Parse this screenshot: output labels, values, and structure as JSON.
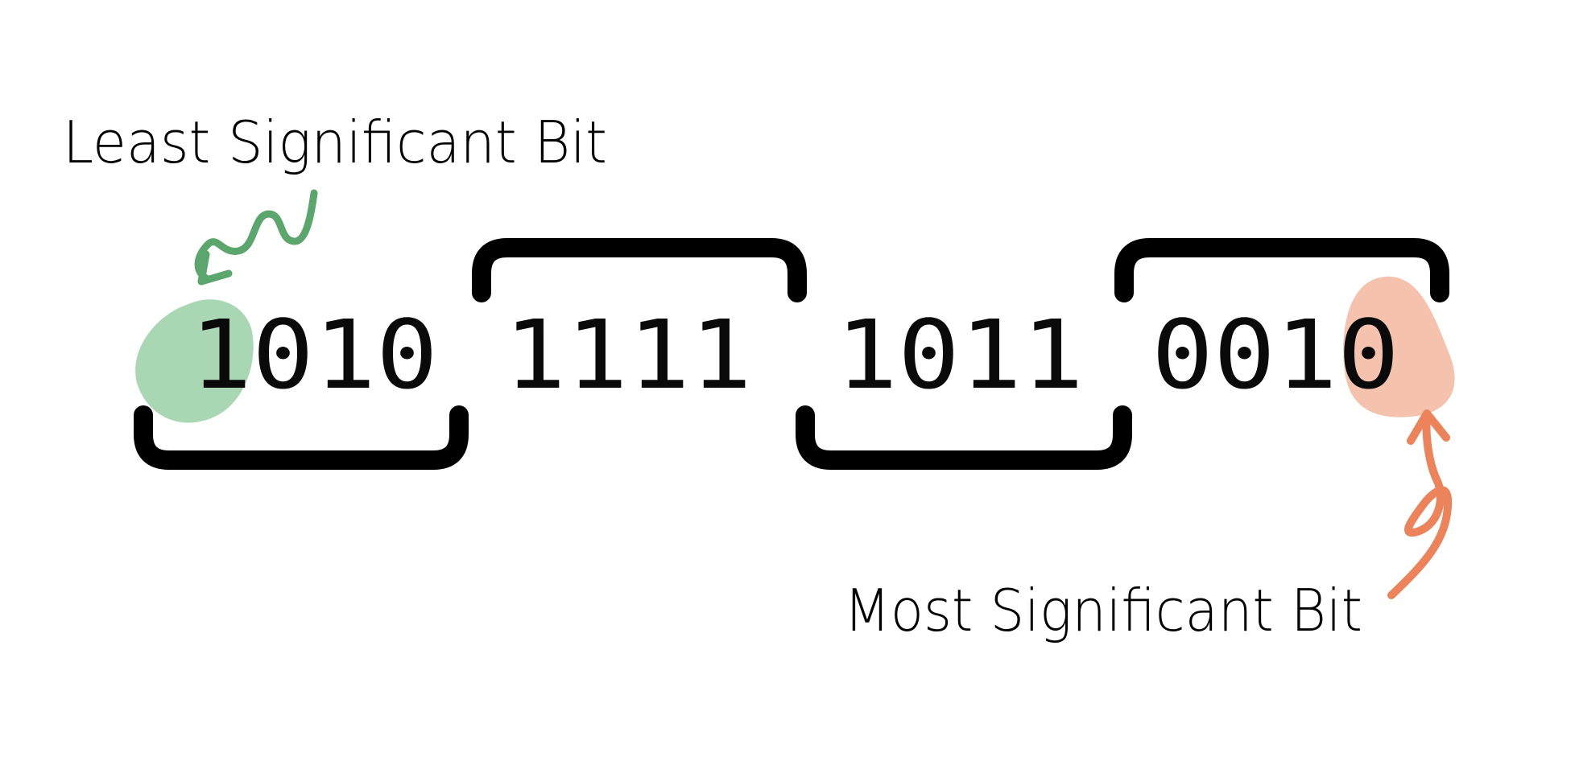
{
  "labels": {
    "lsb": "Least Significant Bit",
    "msb": "Most Significant Bit"
  },
  "nibbles": [
    {
      "digits": "1010",
      "bracket": "below"
    },
    {
      "digits": "1111",
      "bracket": "above"
    },
    {
      "digits": "1011",
      "bracket": "below"
    },
    {
      "digits": "0010",
      "bracket": "above"
    }
  ],
  "colors": {
    "lsb_highlight": "#8cc99a",
    "lsb_arrow": "#5aa66c",
    "msb_highlight": "#f3b39a",
    "msb_arrow": "#ec835a",
    "bracket": "#000000",
    "digits": "#0a0a0a"
  }
}
